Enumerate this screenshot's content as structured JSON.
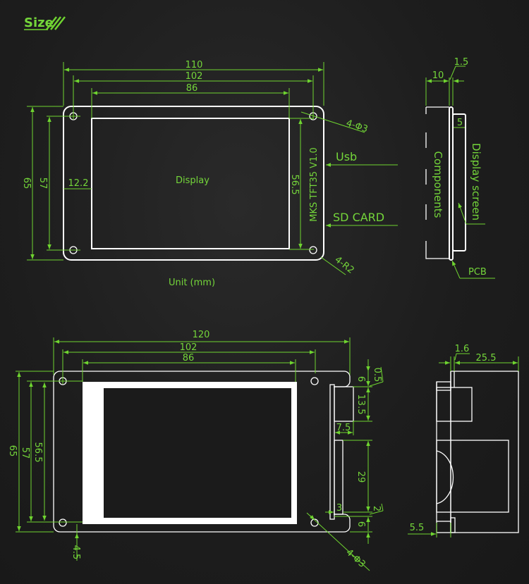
{
  "title": "Size",
  "accent_color": "#6fd430",
  "outline_color": "#ffffff",
  "background_color": "#1c1c1c",
  "unit_label": "Unit (mm)",
  "front_view": {
    "display_label": "Display",
    "board_label": "MKS TFT35 V1.0",
    "dims": {
      "overall_width": "110",
      "hole_spacing_x": "102",
      "display_width": "86",
      "overall_height": "65",
      "hole_spacing_y": "57",
      "display_offset_x": "12.2",
      "display_height": "56.5"
    },
    "callouts": {
      "holes": "4-Φ3",
      "corner_radius": "4-R2",
      "usb": "Usb",
      "sd_card": "SD CARD"
    }
  },
  "side_view": {
    "dims": {
      "components_depth": "10",
      "pcb_thickness": "1.5",
      "display_depth": "5"
    },
    "labels": {
      "components": "Components",
      "display_screen": "Display screen",
      "pcb": "PCB"
    }
  },
  "bottom_front_view": {
    "dims": {
      "overall_width": "120",
      "hole_spacing_x": "102",
      "display_width": "86",
      "overall_height": "65",
      "hole_spacing_y": "57",
      "display_height": "56.5",
      "bottom_offset": "4.5",
      "top_edge": "0.5",
      "top_gap": "6",
      "usb_height": "13.5",
      "usb_depth": "7.5",
      "sd_height": "29",
      "sd_gap": "2",
      "sd_depth": "3",
      "bottom_gap": "6"
    },
    "callouts": {
      "holes": "4-Φ3"
    }
  },
  "bottom_side_view": {
    "dims": {
      "pcb_thickness": "1.6",
      "total_depth": "25.5",
      "front_protrusion": "5.5"
    }
  }
}
